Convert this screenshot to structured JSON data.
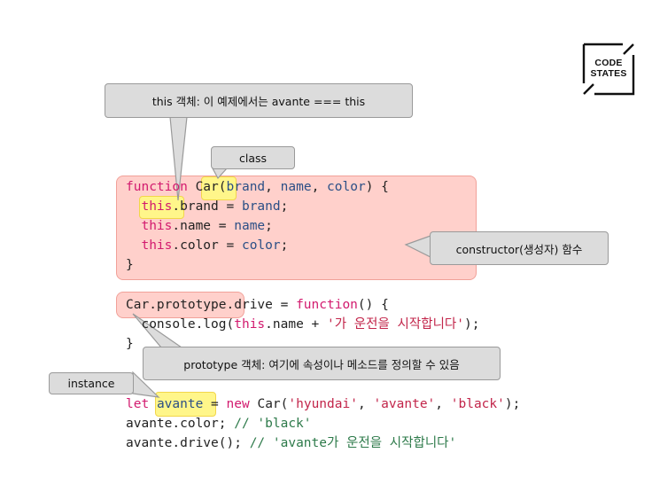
{
  "logo": {
    "line1": "CODE",
    "line2": "STATES"
  },
  "callouts": {
    "this_object": "this 객체: 이 예제에서는 avante === this",
    "class": "class",
    "constructor": "constructor(생성자) 함수",
    "prototype": "prototype 객체: 여기에 속성이나 메소드를 정의할 수 있음",
    "instance": "instance"
  },
  "code": {
    "l1": {
      "kw": "function",
      "name": "Car",
      "open": "(",
      "p1": "brand",
      "c1": ", ",
      "p2": "name",
      "c2": ", ",
      "p3": "color",
      "close": ") {"
    },
    "l2": {
      "this": "this",
      "prop": ".brand = ",
      "val": "brand",
      "end": ";"
    },
    "l3": {
      "this": "this",
      "prop": ".name = ",
      "val": "name",
      "end": ";"
    },
    "l4": {
      "this": "this",
      "prop": ".color = ",
      "val": "color",
      "end": ";"
    },
    "l5": "}",
    "l7": {
      "proto": "Car.prototype",
      "rest": ".drive = ",
      "kw": "function",
      "end": "() {"
    },
    "l8": {
      "pre": "console.log(",
      "this": "this",
      "mid": ".name + ",
      "str": "'가 운전을 시작합니다'",
      "end": ");"
    },
    "l9": "}",
    "l11": {
      "kw1": "let",
      "var": "avante",
      "eq": " = ",
      "kw2": "new",
      "call": " Car(",
      "s1": "'hyundai'",
      "c1": ", ",
      "s2": "'avante'",
      "c2": ", ",
      "s3": "'black'",
      "end": ");"
    },
    "l12": {
      "code": "avante.color; ",
      "cmt": "// 'black'"
    },
    "l13": {
      "code": "avante.drive(); ",
      "cmt": "// 'avante가 운전을 시작합니다'"
    }
  }
}
